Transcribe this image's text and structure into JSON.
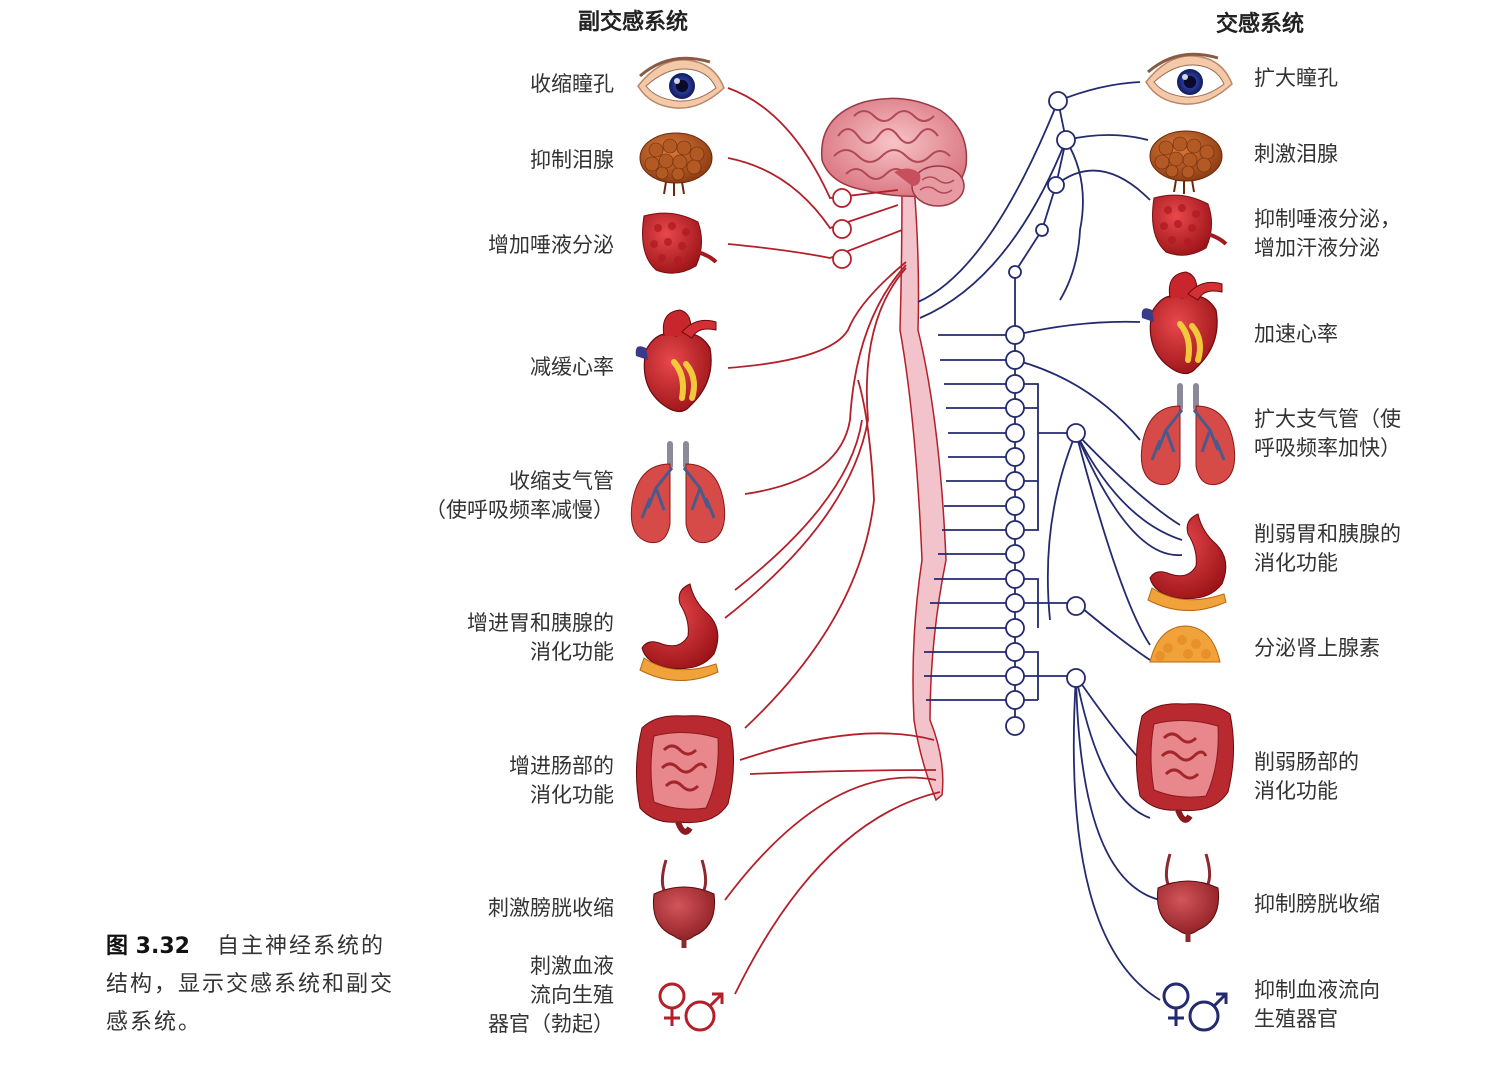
{
  "headers": {
    "parasympathetic": "副交感系统",
    "sympathetic": "交感系统"
  },
  "parasympathetic_effects": [
    {
      "id": "pupil",
      "lines": [
        "收缩瞳孔"
      ]
    },
    {
      "id": "tear",
      "lines": [
        "抑制泪腺"
      ]
    },
    {
      "id": "saliva",
      "lines": [
        "增加唾液分泌"
      ]
    },
    {
      "id": "heart",
      "lines": [
        "减缓心率"
      ]
    },
    {
      "id": "bronchi",
      "lines": [
        "收缩支气管",
        "（使呼吸频率减慢）"
      ]
    },
    {
      "id": "stomach",
      "lines": [
        "增进胃和胰腺的",
        "消化功能"
      ]
    },
    {
      "id": "intestine",
      "lines": [
        "增进肠部的",
        "消化功能"
      ]
    },
    {
      "id": "bladder",
      "lines": [
        "刺激膀胱收缩"
      ]
    },
    {
      "id": "genital",
      "lines": [
        "刺激血液",
        "流向生殖",
        "器官（勃起）"
      ]
    }
  ],
  "sympathetic_effects": [
    {
      "id": "pupil",
      "lines": [
        "扩大瞳孔"
      ]
    },
    {
      "id": "tear",
      "lines": [
        "刺激泪腺"
      ]
    },
    {
      "id": "saliva",
      "lines": [
        "抑制唾液分泌，",
        "增加汗液分泌"
      ]
    },
    {
      "id": "heart",
      "lines": [
        "加速心率"
      ]
    },
    {
      "id": "bronchi",
      "lines": [
        "扩大支气管（使",
        "呼吸频率加快）"
      ]
    },
    {
      "id": "stomach",
      "lines": [
        "削弱胃和胰腺的",
        "消化功能"
      ]
    },
    {
      "id": "adrenal",
      "lines": [
        "分泌肾上腺素"
      ]
    },
    {
      "id": "intestine",
      "lines": [
        "削弱肠部的",
        "消化功能"
      ]
    },
    {
      "id": "bladder",
      "lines": [
        "抑制膀胱收缩"
      ]
    },
    {
      "id": "genital",
      "lines": [
        "抑制血液流向",
        "生殖器官"
      ]
    }
  ],
  "caption": {
    "figure_label": "图 3.32",
    "text": "自主神经系统的结构，显示交感系统和副交感系统。"
  },
  "colors": {
    "parasympathetic_nerve": "#b3202a",
    "sympathetic_nerve": "#232a6e",
    "spinal_cord": "#f3c3cc",
    "organ_red": "#c8262c",
    "organ_orange": "#f2a23a"
  }
}
